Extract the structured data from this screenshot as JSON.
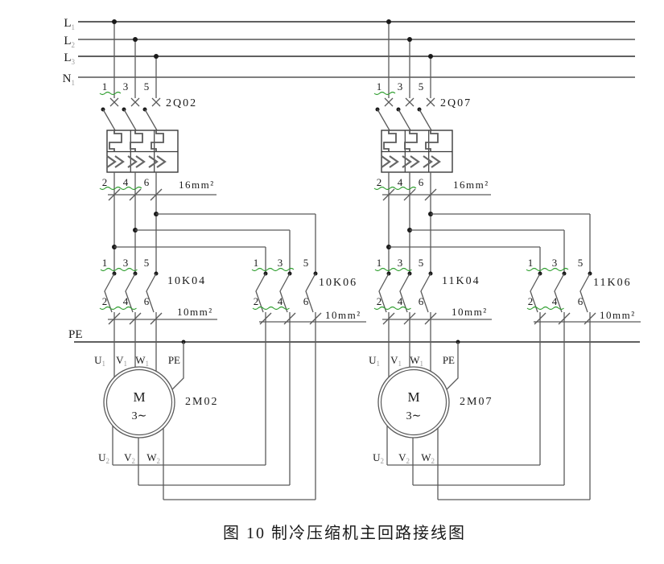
{
  "figure_caption": "图 10  制冷压缩机主回路接线图",
  "colors": {
    "wire": "#5a5a5a",
    "text": "#1a1a1a",
    "squiggle": "#2f9e2f",
    "background": "#ffffff"
  },
  "pe_label": "PE",
  "bus_lines": [
    {
      "name": "L",
      "sub": "1"
    },
    {
      "name": "L",
      "sub": "2"
    },
    {
      "name": "L",
      "sub": "3"
    },
    {
      "name": "N",
      "sub": "1"
    }
  ],
  "circuits": [
    {
      "breaker": {
        "id": "2Q02",
        "terminals_in": [
          "1",
          "3",
          "5"
        ],
        "terminals_out": [
          "2",
          "4",
          "6"
        ],
        "cable_label": "16mm²"
      },
      "contactors": [
        {
          "id": "10K04",
          "terminals_in": [
            "1",
            "3",
            "5"
          ],
          "terminals_out": [
            "2",
            "4",
            "6"
          ],
          "cable_label": "10mm²"
        },
        {
          "id": "10K06",
          "terminals_in": [
            "1",
            "3",
            "5"
          ],
          "terminals_out": [
            "2",
            "4",
            "6"
          ],
          "cable_label": "10mm²"
        }
      ],
      "motor": {
        "id": "2M02",
        "letter": "M",
        "phase": "3∼",
        "pe": "PE",
        "top_terminals": [
          {
            "n": "U",
            "s": "1"
          },
          {
            "n": "V",
            "s": "1"
          },
          {
            "n": "W",
            "s": "1"
          }
        ],
        "bottom_terminals": [
          {
            "n": "U",
            "s": "2"
          },
          {
            "n": "V",
            "s": "2"
          },
          {
            "n": "W",
            "s": "2"
          }
        ]
      }
    },
    {
      "breaker": {
        "id": "2Q07",
        "terminals_in": [
          "1",
          "3",
          "5"
        ],
        "terminals_out": [
          "2",
          "4",
          "6"
        ],
        "cable_label": "16mm²"
      },
      "contactors": [
        {
          "id": "11K04",
          "terminals_in": [
            "1",
            "3",
            "5"
          ],
          "terminals_out": [
            "2",
            "4",
            "6"
          ],
          "cable_label": "10mm²"
        },
        {
          "id": "11K06",
          "terminals_in": [
            "1",
            "3",
            "5"
          ],
          "terminals_out": [
            "2",
            "4",
            "6"
          ],
          "cable_label": "10mm²"
        }
      ],
      "motor": {
        "id": "2M07",
        "letter": "M",
        "phase": "3∼",
        "pe": "PE",
        "top_terminals": [
          {
            "n": "U",
            "s": "1"
          },
          {
            "n": "V",
            "s": "1"
          },
          {
            "n": "W",
            "s": "1"
          }
        ],
        "bottom_terminals": [
          {
            "n": "U",
            "s": "2"
          },
          {
            "n": "V",
            "s": "2"
          },
          {
            "n": "W",
            "s": "2"
          }
        ]
      }
    }
  ]
}
